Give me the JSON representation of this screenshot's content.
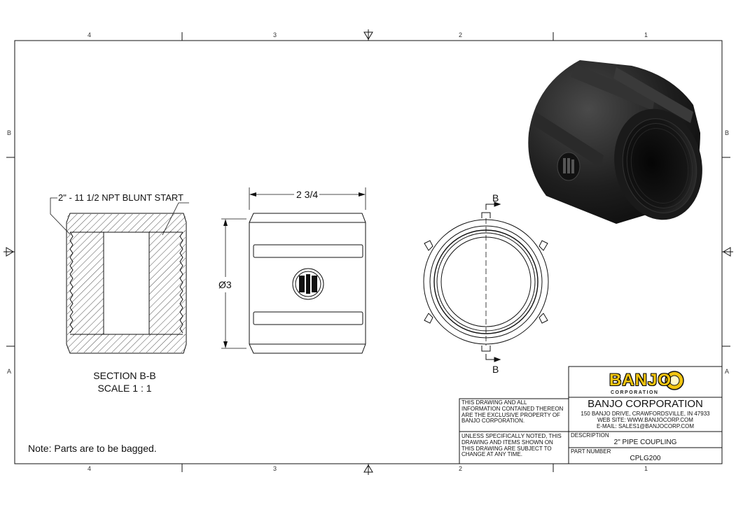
{
  "zones": {
    "columns": [
      "4",
      "3",
      "2",
      "1"
    ],
    "rows": [
      "B",
      "A"
    ]
  },
  "section_view": {
    "thread_callout": "2\" - 11 1/2 NPT BLUNT START",
    "title": "SECTION B-B",
    "scale": "SCALE 1 : 1"
  },
  "side_view": {
    "length_dim": "2 3/4",
    "diameter_dim": "Ø3"
  },
  "end_view": {
    "section_label_top": "B",
    "section_label_bottom": "B"
  },
  "note": "Note: Parts are to be bagged.",
  "title_block": {
    "logo_text": "BANJO",
    "logo_sub": "CORPORATION",
    "company_name": "BANJO CORPORATION",
    "address": "150 BANJO DRIVE, CRAWFORDSVILLE, IN 47933",
    "web": "WEB SITE: WWW.BANJOCORP.COM",
    "email": "E-MAIL: SALES1@BANJOCORP.COM",
    "property_notice": [
      "THIS DRAWING AND ALL",
      "INFORMATION CONTAINED THEREON",
      "ARE THE EXCLUSIVE PROPERTY OF",
      "BANJO CORPORATION."
    ],
    "change_notice": [
      "UNLESS SPECIFICALLY NOTED, THIS",
      "DRAWING AND ITEMS SHOWN ON",
      "THIS DRAWING ARE SUBJECT TO",
      "CHANGE AT ANY TIME."
    ],
    "description_label": "DESCRIPTION",
    "description": "2\" PIPE COUPLING",
    "part_number_label": "PART NUMBER",
    "part_number": "CPLG200"
  },
  "colors": {
    "line": "#111111",
    "logo_yellow": "#f1c40f",
    "part_dark": "#1b1b1b"
  }
}
